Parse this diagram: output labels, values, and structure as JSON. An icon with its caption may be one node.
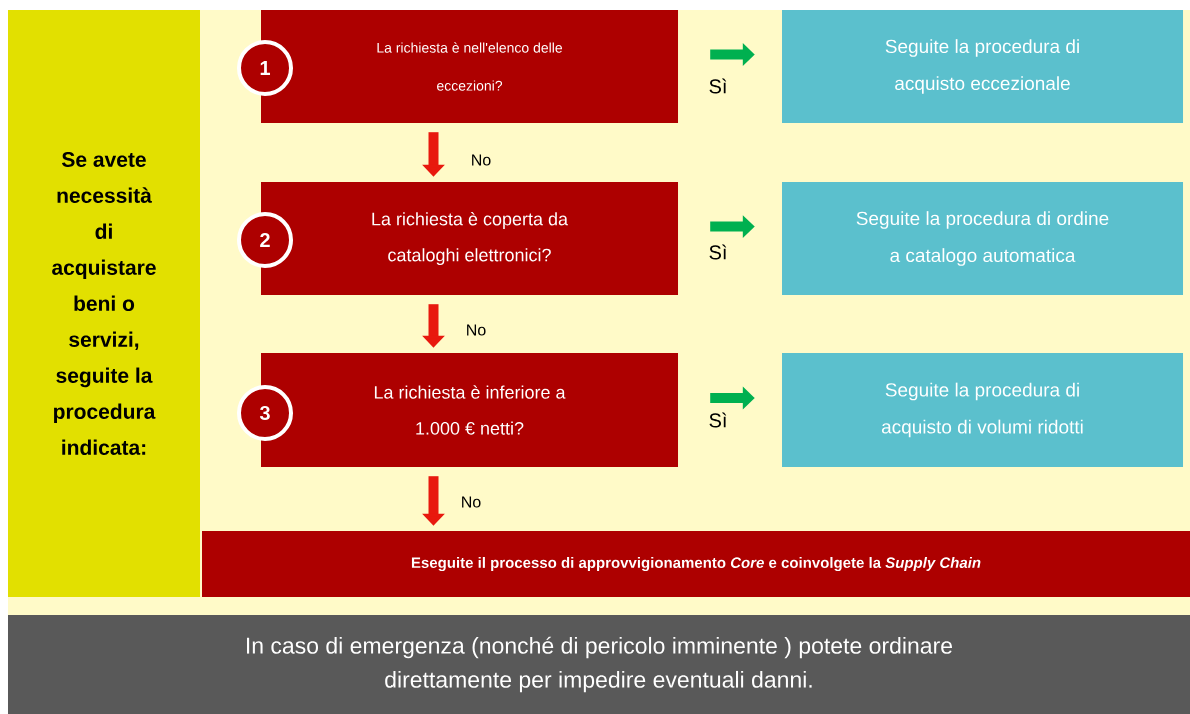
{
  "diagram": {
    "nodes": [
      {
        "text": [
          "Se avete necessità di acquistare beni o servizi, seguite la procedura indicata:"
        ]
      },
      {
        "text": [
          "La richiesta è nell'elenco delle eccezioni?"
        ]
      },
      {
        "text": [
          "Seguite la procedura di acquisto eccezionale"
        ]
      },
      {
        "text": [
          "La richiesta è coperta da cataloghi elettronici?"
        ]
      },
      {
        "text": [
          "Seguite la procedura di ordine a catalogo automatica"
        ]
      },
      {
        "text": [
          "La richiesta è inferiore a 1.000 € netti?"
        ]
      },
      {
        "text": [
          "Seguite la procedura di acquisto di volumi ridotti"
        ]
      },
      {
        "text": [
          "Eseguite il processo di approvvigionamento *Core* e coinvolgete la *Supply Chain*"
        ]
      },
      {
        "text": [
          "In caso di emergenza (nonché di pericolo imminente ) potete ordinare direttamente per impedire eventuali danni."
        ]
      }
    ],
    "edges": [
      {
        "from": 1,
        "to": 2,
        "arrow": "to",
        "label": "Sì",
        "color": "#00b050"
      },
      {
        "from": 1,
        "to": 3,
        "arrow": "to",
        "label": "No",
        "color": "#e8190e"
      },
      {
        "from": 3,
        "to": 4,
        "arrow": "to",
        "label": "Sì",
        "color": "#00b050"
      },
      {
        "from": 3,
        "to": 5,
        "arrow": "to",
        "label": "No",
        "color": "#e8190e"
      },
      {
        "from": 5,
        "to": 6,
        "arrow": "to",
        "label": "Sì",
        "color": "#00b050"
      },
      {
        "from": 5,
        "to": 7,
        "arrow": "to",
        "label": "No",
        "color": "#e8190e"
      }
    ],
    "labels": [
      "1",
      "2",
      "3"
    ]
  }
}
